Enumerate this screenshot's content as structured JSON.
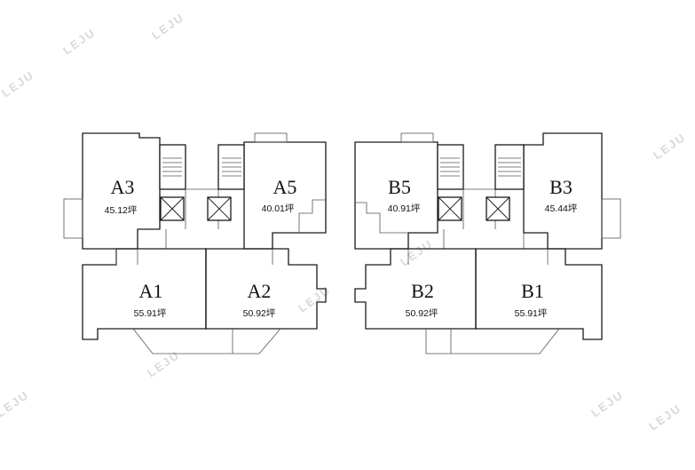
{
  "watermark": "LEJU",
  "area_unit": "坪",
  "units": [
    {
      "code": "A3",
      "area": "45.12坪"
    },
    {
      "code": "A5",
      "area": "40.01坪"
    },
    {
      "code": "A1",
      "area": "55.91坪"
    },
    {
      "code": "A2",
      "area": "50.92坪"
    },
    {
      "code": "B5",
      "area": "40.91坪"
    },
    {
      "code": "B3",
      "area": "45.44坪"
    },
    {
      "code": "B2",
      "area": "50.92坪"
    },
    {
      "code": "B1",
      "area": "55.91坪"
    }
  ]
}
